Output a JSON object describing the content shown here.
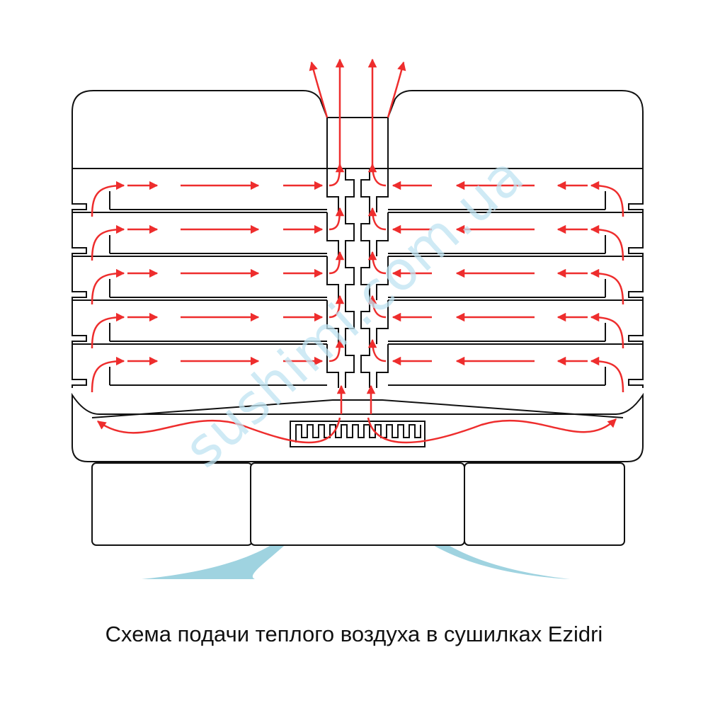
{
  "caption": "Схема подачи теплого воздуха в сушилках Ezidri",
  "watermark": "sushimi.com.ua",
  "colors": {
    "outline": "#111111",
    "hot_air": "#ee2d2d",
    "cool_air": "#9fd3e0",
    "watermark": "#bfe4f2"
  },
  "diagram": {
    "tray_count": 5,
    "flows": [
      "cool-air-intake",
      "heater",
      "hot-air-to-trays",
      "exhaust-through-center"
    ]
  }
}
